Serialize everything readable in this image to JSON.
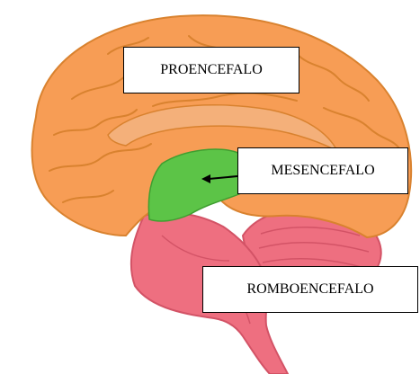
{
  "diagram": {
    "labels": {
      "prosencephalon": "PROENCEFALO",
      "mesencephalon": "MESENCEFALO",
      "rhombencephalon": "ROMBOENCEFALO"
    },
    "colors": {
      "prosencephalon": "#F79D55",
      "prosencephalon_outline": "#D9822F",
      "mesencephalon": "#5CC447",
      "rhombencephalon": "#EE6F80",
      "rhombencephalon_outline": "#D35366",
      "background": "#FFFFFF"
    }
  }
}
